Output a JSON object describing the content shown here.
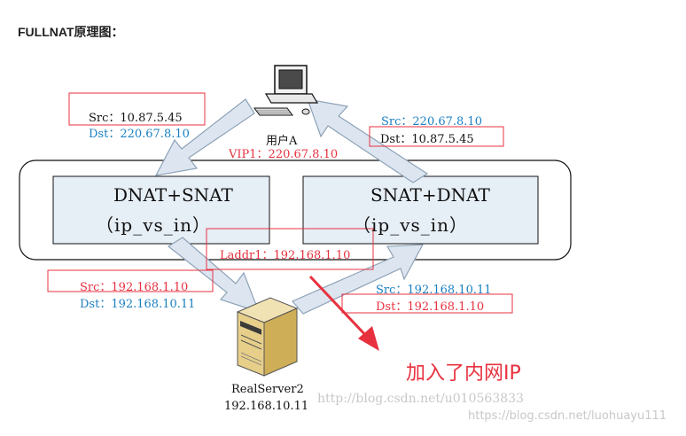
{
  "title": "FULLNAT原理图：",
  "client": {
    "name": "用户A"
  },
  "vip": "VIP1：220.67.8.10",
  "laddr": "Laddr1：192.168.1.10",
  "boxes": {
    "left": {
      "line1": "DNAT+SNAT",
      "line2": "（ip_vs_in）"
    },
    "right": {
      "line1": "SNAT+DNAT",
      "line2": "（ip_vs_in）"
    }
  },
  "packets": {
    "in_top": {
      "src": "Src：10.87.5.45",
      "dst": "Dst：220.67.8.10"
    },
    "out_top": {
      "src": "Src：220.67.8.10",
      "dst": "Dst：10.87.5.45"
    },
    "in_bottom": {
      "src": "Src：192.168.1.10",
      "dst": "Dst：192.168.10.11"
    },
    "out_bottom": {
      "src": "Src：192.168.10.11",
      "dst": "Dst：192.168.1.10"
    }
  },
  "server": {
    "name": "RealServer2",
    "ip": "192.168.10.11"
  },
  "annotation": "加入了内网IP",
  "watermarks": {
    "blog": "http://blog.csdn.net/u010563833",
    "blog2": "https://blog.csdn.net/luohuayu111"
  },
  "colors": {
    "blue": "#1a7fc1",
    "red": "#e8313f",
    "box_fill": "#e6eef6",
    "arrow_fill": "#dde6f0",
    "arrow_stroke": "#8da2b8"
  }
}
